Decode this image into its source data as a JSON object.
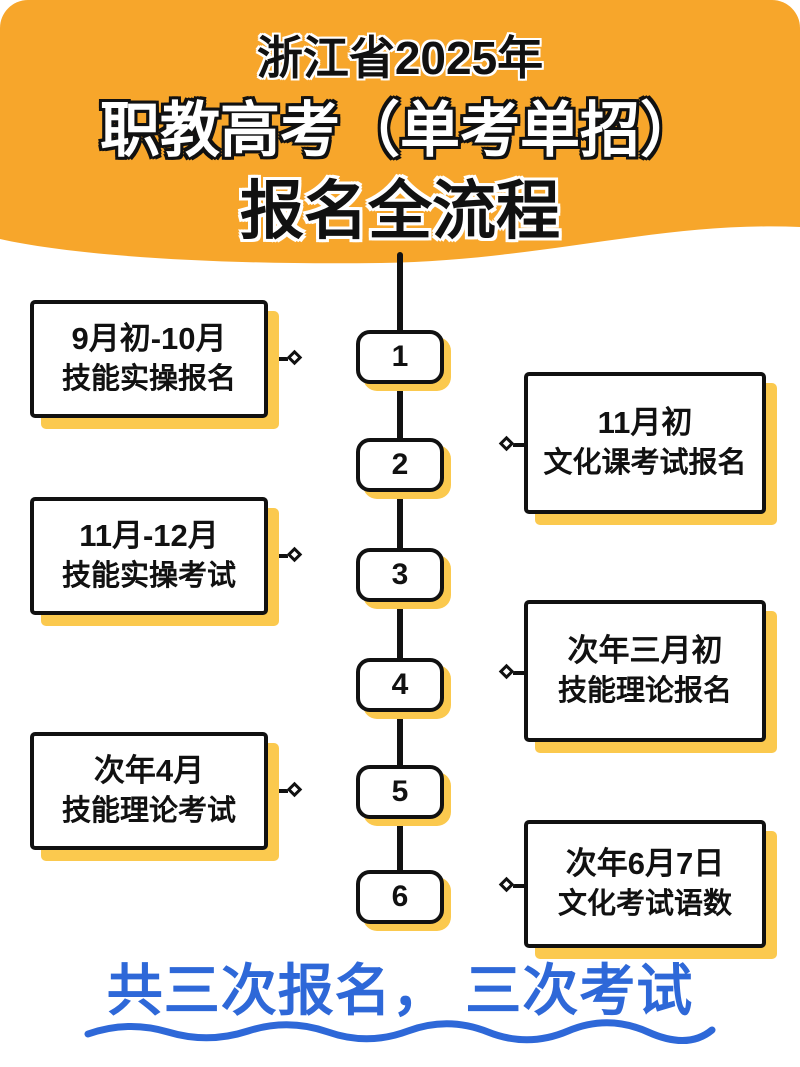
{
  "header": {
    "line1": "浙江省2025年",
    "line2": "职教高考（单考单招）",
    "line3": "报名全流程"
  },
  "timeline": {
    "steps": [
      {
        "num": "1",
        "side": "left",
        "date": "9月初-10月",
        "label": "技能实操报名"
      },
      {
        "num": "2",
        "side": "right",
        "date": "11月初",
        "label": "文化课考试报名"
      },
      {
        "num": "3",
        "side": "left",
        "date": "11月-12月",
        "label": "技能实操考试"
      },
      {
        "num": "4",
        "side": "right",
        "date": "次年三月初",
        "label": "技能理论报名"
      },
      {
        "num": "5",
        "side": "left",
        "date": "次年4月",
        "label": "技能理论考试"
      },
      {
        "num": "6",
        "side": "right",
        "date": "次年6月7日",
        "label": "文化考试语数"
      }
    ]
  },
  "footer": {
    "caption": "共三次报名， 三次考试"
  },
  "colors": {
    "banner_orange": "#F7A62B",
    "shadow_yellow": "#FBC94E",
    "caption_blue": "#2E68D8",
    "ink_black": "#111111"
  }
}
